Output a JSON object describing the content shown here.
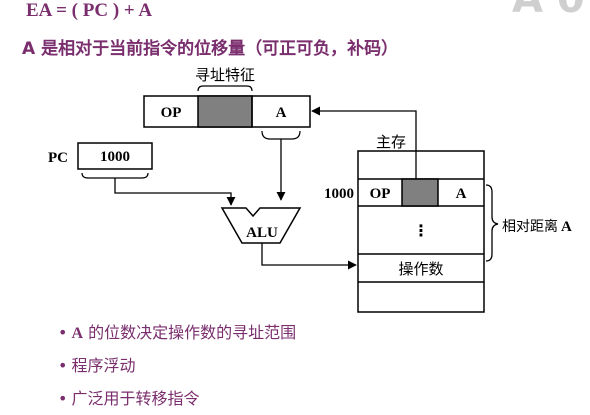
{
  "formula": "EA = ( PC ) + A",
  "subtitle_lead": "A",
  "subtitle_rest": " 是相对于当前指令的位移量（可正可负，补码）",
  "corner_number": "A 0",
  "diagram": {
    "instruction": {
      "label_above": "寻址特征",
      "op": "OP",
      "a": "A"
    },
    "pc": {
      "label": "PC",
      "value": "1000"
    },
    "alu": "ALU",
    "memory": {
      "title": "主存",
      "row_address": "1000",
      "row_op": "OP",
      "row_a": "A",
      "ellipsis": "⋮",
      "operand": "操作数",
      "brace_label_text": "相对距离",
      "brace_label_var": "A"
    }
  },
  "bullets": [
    {
      "lead": "A",
      "text": " 的位数决定操作数的寻址范围"
    },
    {
      "lead": "",
      "text": "程序浮动"
    },
    {
      "lead": "",
      "text": "广泛用于转移指令"
    }
  ],
  "colors": {
    "title": "#7a2e6d",
    "shaded_field": "#808080",
    "stroke": "#000000"
  }
}
